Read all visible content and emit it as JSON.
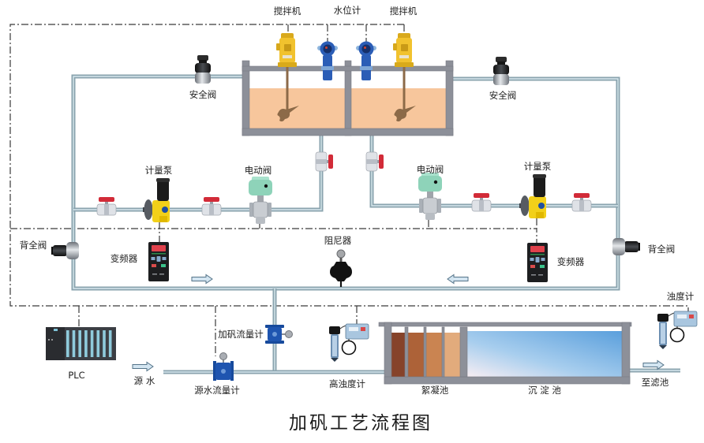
{
  "title": "加矾工艺流程图",
  "dosing_tanks": {
    "agitator_left": "搅拌机",
    "level_meter": "水位计",
    "agitator_right": "搅拌机"
  },
  "left_dosing_line": {
    "safety_valve": "安全阀",
    "metering_pump": "计量泵",
    "electric_valve": "电动阀",
    "back_pressure_valve": "背全阀",
    "inverter": "变频器"
  },
  "right_dosing_line": {
    "safety_valve": "安全阀",
    "metering_pump": "计量泵",
    "electric_valve": "电动阀",
    "back_pressure_valve": "背全阀",
    "inverter": "变频器"
  },
  "common": {
    "damper": "阻尼器",
    "plc": "PLC",
    "alum_flowmeter": "加矾流量计"
  },
  "treatment": {
    "source_water": "源 水",
    "source_flowmeter": "源水流量计",
    "high_turbidity_meter": "高浊度计",
    "flocculation_tank": "絮凝池",
    "sedimentation_tank": "沉 淀 池",
    "outlet_turbidity_meter": "浊度计",
    "to_filter": "至滤池"
  },
  "colors": {
    "pipe": "#8aa3ae",
    "pipe_light": "#d8e8ee",
    "control_line": "#3a3a3a",
    "concrete": "#8d9099",
    "alum_solution": "#f7c69c",
    "agitator_shaft": "#8c6a48",
    "agitator_motor": "#f1c22e",
    "level_meter": "#2b5db6",
    "valve_handle": "#d22b38",
    "valve_body": "#dfe2e7",
    "electric_actuator": "#8ed3b9",
    "pump_body": "#f2d019",
    "flowmeter": "#1f55b0",
    "floc_stage_1": "#86432a",
    "floc_stage_2": "#ad6238",
    "floc_stage_3": "#ca8451",
    "floc_stage_4": "#e2ab7c",
    "settling_water": "#5a9fdc",
    "arrow_fill": "#d3e5f1"
  }
}
